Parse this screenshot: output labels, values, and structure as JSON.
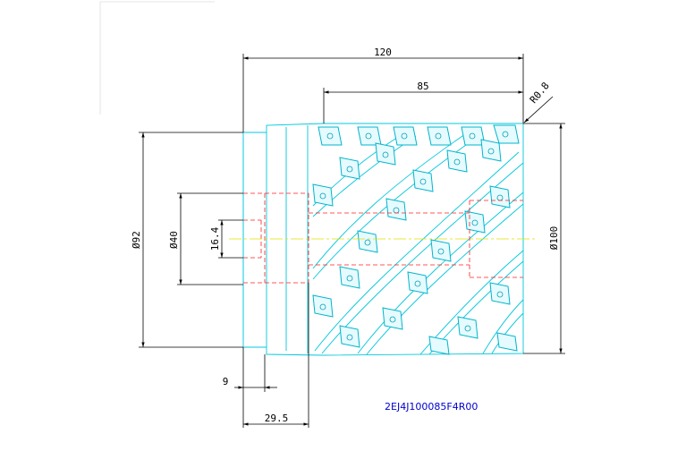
{
  "dimensions": {
    "overall_length": "120",
    "cutting_length": "85",
    "corner_radius": "R0.8",
    "shank_diameter": "Ø92",
    "bore_diameter": "Ø40",
    "keyway_width": "16.4",
    "cutting_diameter": "Ø100",
    "flange_width": "9",
    "bore_depth": "29.5"
  },
  "part_code": "2EJ4J100085F4R00",
  "colors": {
    "tool_body": "#00c8dc",
    "hidden_lines": "#ff2020",
    "center_line": "#e0e000",
    "dimension_lines": "#000000",
    "part_code_text": "#0000cc"
  }
}
